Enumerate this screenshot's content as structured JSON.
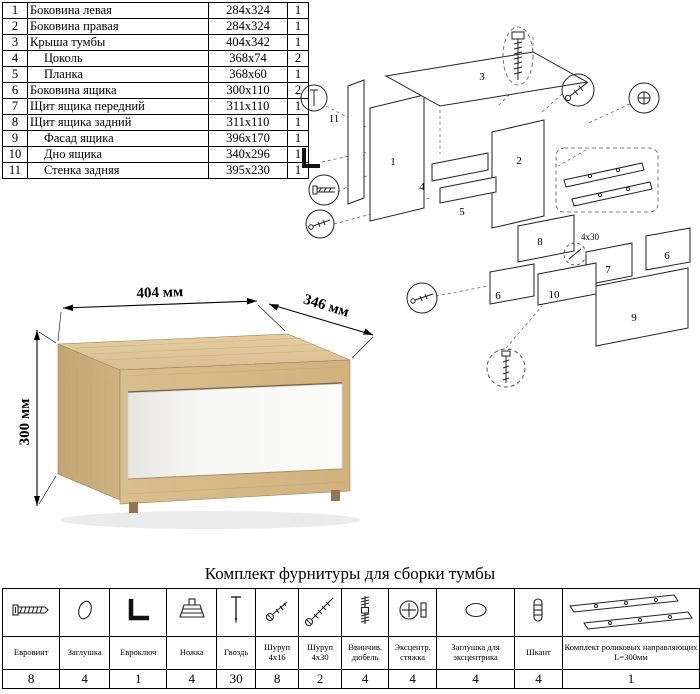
{
  "parts_table": {
    "rows": [
      {
        "num": "1",
        "name": "Боковина левая",
        "size": "284x324",
        "qty": "1"
      },
      {
        "num": "2",
        "name": "Боковина правая",
        "size": "284x324",
        "qty": "1"
      },
      {
        "num": "3",
        "name": "Крыша тумбы",
        "size": "404x342",
        "qty": "1"
      },
      {
        "num": "4",
        "name": "Цоколь",
        "size": "368x74",
        "qty": "2"
      },
      {
        "num": "5",
        "name": "Планка",
        "size": "368x60",
        "qty": "1"
      },
      {
        "num": "6",
        "name": "Боковина ящика",
        "size": "300x110",
        "qty": "2"
      },
      {
        "num": "7",
        "name": "Щит ящика передний",
        "size": "311x110",
        "qty": "1"
      },
      {
        "num": "8",
        "name": "Щит ящика задний",
        "size": "311x110",
        "qty": "1"
      },
      {
        "num": "9",
        "name": "Фасад ящика",
        "size": "396x170",
        "qty": "1"
      },
      {
        "num": "10",
        "name": "Дно ящика",
        "size": "340x296",
        "qty": "1"
      },
      {
        "num": "11",
        "name": "Стенка задняя",
        "size": "395x230",
        "qty": "1"
      }
    ]
  },
  "diagram": {
    "labels": {
      "p1": "1",
      "p2": "2",
      "p3": "3",
      "p4": "4",
      "p5": "5",
      "p6a": "6",
      "p6b": "6",
      "p7": "7",
      "p8": "8",
      "p9": "9",
      "p10": "10",
      "p11": "11",
      "screw_note": "4x30"
    }
  },
  "render": {
    "width_label": "404 мм",
    "depth_label": "346 мм",
    "height_label": "300 мм"
  },
  "kit": {
    "title": "Комплект фурнитуры для сборки тумбы",
    "items": [
      {
        "label": "Евровинт",
        "qty": "8"
      },
      {
        "label": "Заглушка",
        "qty": "4"
      },
      {
        "label": "Евроключ",
        "qty": "1"
      },
      {
        "label": "Ножка",
        "qty": "4"
      },
      {
        "label": "Гвоздь",
        "qty": "30"
      },
      {
        "label": "Шуруп 4x16",
        "qty": "8"
      },
      {
        "label": "Шуруп 4x30",
        "qty": "2"
      },
      {
        "label": "Ввинчив. дюбель",
        "qty": "4"
      },
      {
        "label": "Эксцентр. стяжка",
        "qty": "4"
      },
      {
        "label": "Заглушка для эксцентрика",
        "qty": "4"
      },
      {
        "label": "Шкант",
        "qty": "4"
      },
      {
        "label": "Комплект роликовых направляющих L=300мм",
        "qty": "1"
      }
    ]
  }
}
